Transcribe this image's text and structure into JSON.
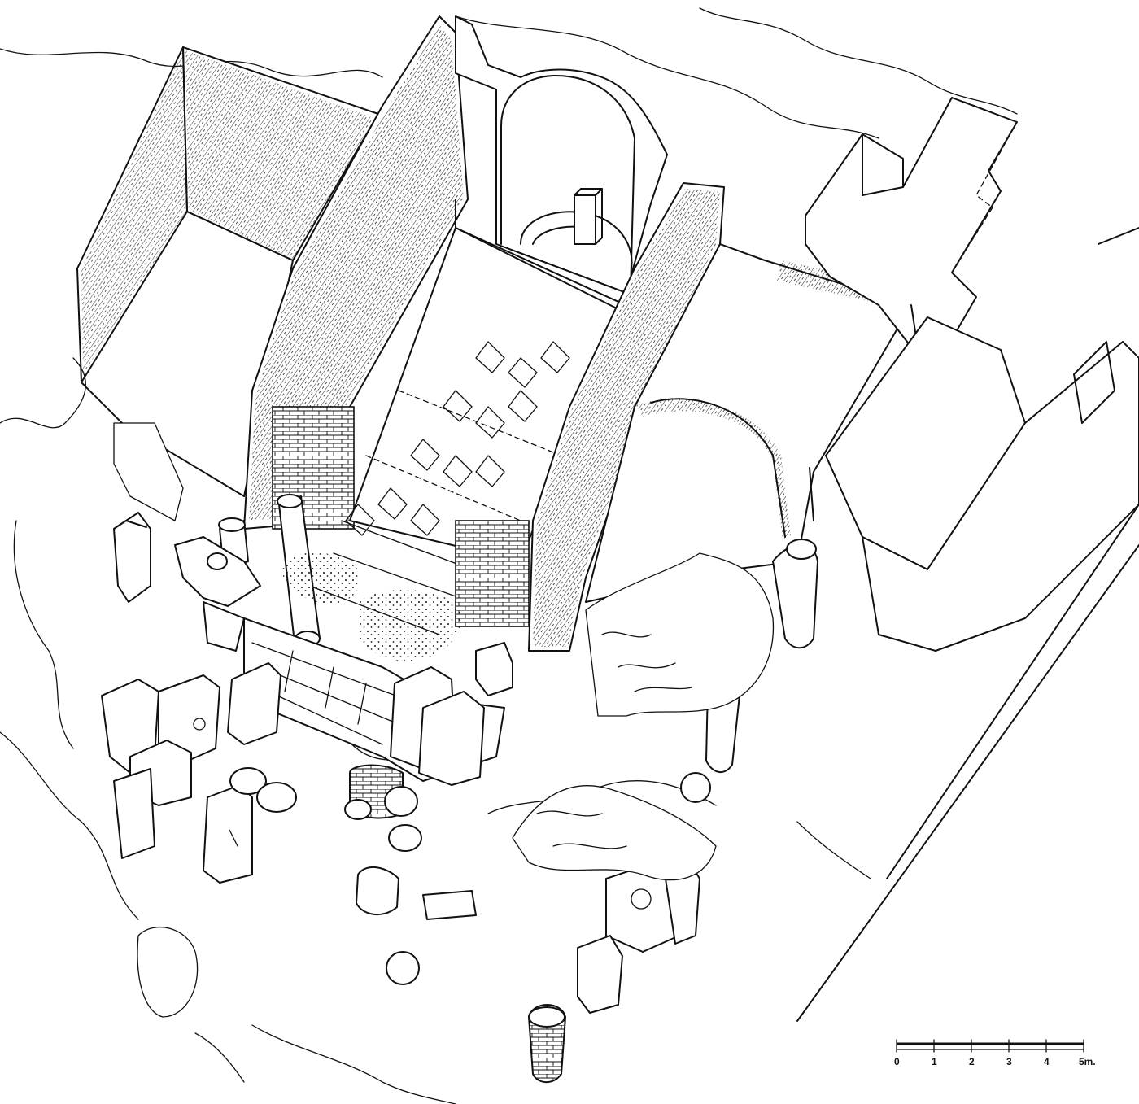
{
  "colors": {
    "ink": "#111111",
    "paper": "#ffffff"
  },
  "scale_bar": {
    "ticks": [
      "0",
      "1",
      "2",
      "3",
      "4"
    ],
    "end_label": "5m."
  }
}
